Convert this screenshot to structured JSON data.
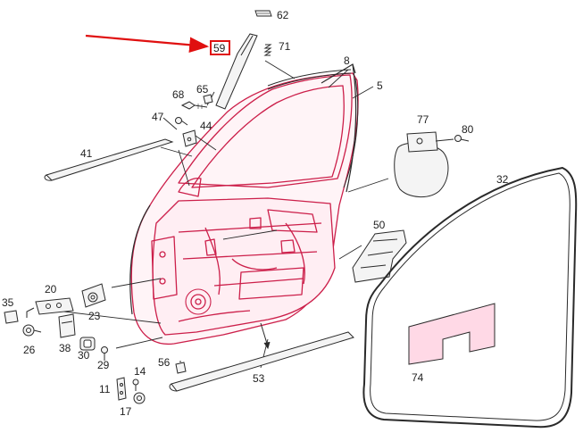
{
  "diagram": {
    "colors": {
      "line": "#2a2a2a",
      "door_tint": "#cc1f4a",
      "arrow": "#e01010",
      "highlight": "#e01010",
      "fill_gray": "#f4f4f4",
      "plate": "#ffd9e6"
    },
    "highlighted_part": "59",
    "parts": {
      "p62": "62",
      "p59": "59",
      "p71": "71",
      "p8": "8",
      "p5": "5",
      "p68": "68",
      "p65": "65",
      "p47": "47",
      "p44": "44",
      "p77": "77",
      "p80": "80",
      "p41": "41",
      "p32": "32",
      "p50": "50",
      "p20": "20",
      "p35": "35",
      "p23": "23",
      "p26": "26",
      "p38": "38",
      "p30": "30",
      "p29": "29",
      "p56": "56",
      "p14": "14",
      "p11": "11",
      "p17": "17",
      "p53": "53",
      "p74": "74"
    }
  }
}
